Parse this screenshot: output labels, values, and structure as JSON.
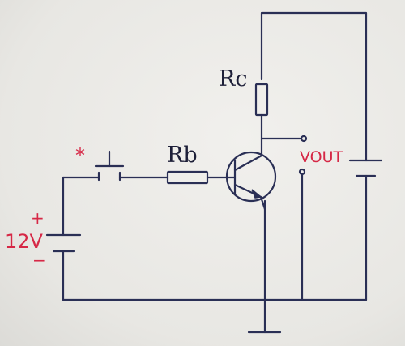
{
  "labels": {
    "rc": "Rc",
    "rb": "Rb",
    "vout": "VOUT",
    "supply_voltage": "12V",
    "plus": "+",
    "minus": "−",
    "switch_marker": "*"
  },
  "colors": {
    "wire": "#2a2f55",
    "annotation": "#d62846",
    "text": "#1d1f38",
    "paper": "#ecebe8"
  },
  "icons": {
    "transistor": "npn-transistor-icon",
    "resistor": "resistor-icon",
    "battery": "battery-icon",
    "switch": "push-button-switch-icon",
    "ground": "ground-icon"
  }
}
